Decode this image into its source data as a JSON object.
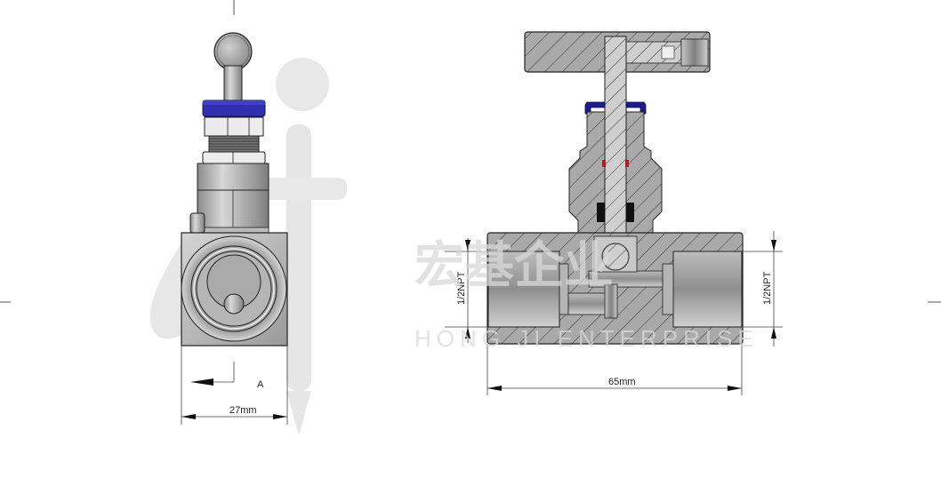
{
  "drawing": {
    "subject": "needle valve technical drawing",
    "views": [
      {
        "id": "side-view",
        "label": "A",
        "width_dimension": "27mm"
      },
      {
        "id": "section-view",
        "length_dimension": "65mm",
        "port_left": "1/2NPT",
        "port_right": "1/2NPT"
      }
    ]
  },
  "side_view": {
    "section_label": "A",
    "width_label": "27mm"
  },
  "section_view": {
    "length_label": "65mm",
    "left_port_label": "1/2NPT",
    "right_port_label": "1/2NPT"
  },
  "watermark": {
    "chinese_text": "宏基企业",
    "english_text": "HONG JI ENTERPRISE"
  },
  "colors": {
    "background": "#ffffff",
    "steel": "#a8a8a8",
    "steel_dark": "#8a8a8a",
    "packing_nut_blue": "#2a2aa8",
    "seal_red": "#b02020",
    "line": "#222222",
    "watermark": "#d9d9d9"
  }
}
